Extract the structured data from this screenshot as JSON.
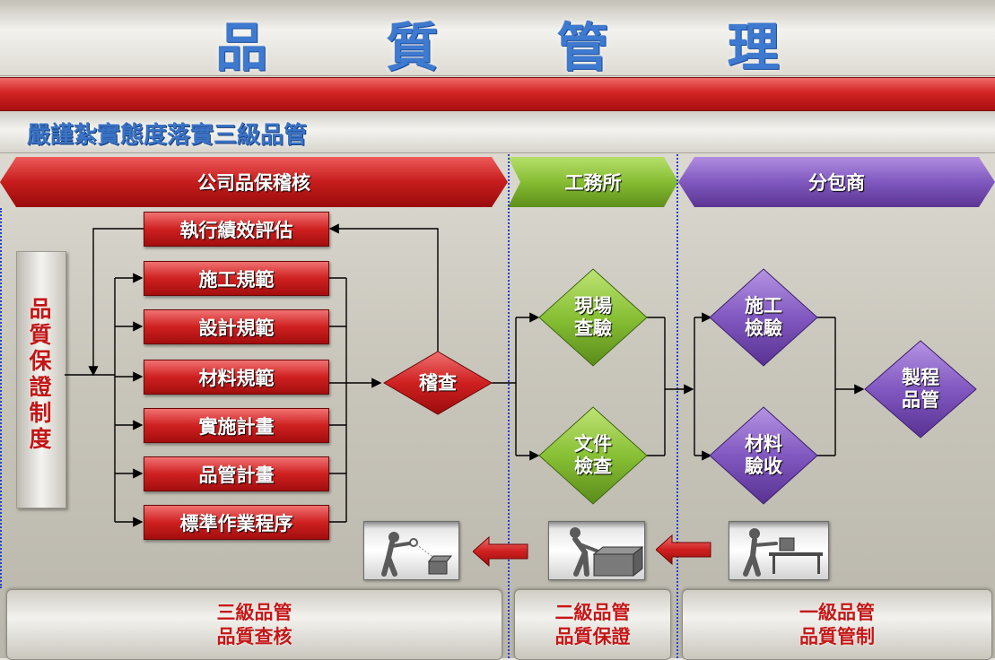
{
  "title": "品 質 管 理",
  "subtitle": "嚴謹紮實態度落實三級品管",
  "headers": {
    "company": "公司品保稽核",
    "site": "工務所",
    "subcontractor": "分包商"
  },
  "vertical_label": "品質保證制度",
  "process_boxes": [
    "執行績效評估",
    "施工規範",
    "設計規範",
    "材料規範",
    "實施計畫",
    "品管計畫",
    "標準作業程序"
  ],
  "diamonds": {
    "audit": "稽查",
    "site_inspection_1": "現場",
    "site_inspection_2": "查驗",
    "doc_check_1": "文件",
    "doc_check_2": "檢查",
    "construction_check_1": "施工",
    "construction_check_2": "檢驗",
    "material_accept_1": "材料",
    "material_accept_2": "驗收",
    "process_qc_1": "製程",
    "process_qc_2": "品管"
  },
  "footers": {
    "level3_line1": "三級品管",
    "level3_line2": "品質查核",
    "level2_line1": "二級品管",
    "level2_line2": "品質保證",
    "level1_line1": "一級品管",
    "level1_line2": "品質管制"
  },
  "colors": {
    "title_blue": "#3d7ad0",
    "red": "#c61c1c",
    "green": "#86bd33",
    "purple": "#8058bf",
    "separator_blue": "#1f3fd6"
  },
  "icons": [
    "inspector-magnifier-icon",
    "worker-box-icon",
    "worker-conveyor-icon"
  ]
}
